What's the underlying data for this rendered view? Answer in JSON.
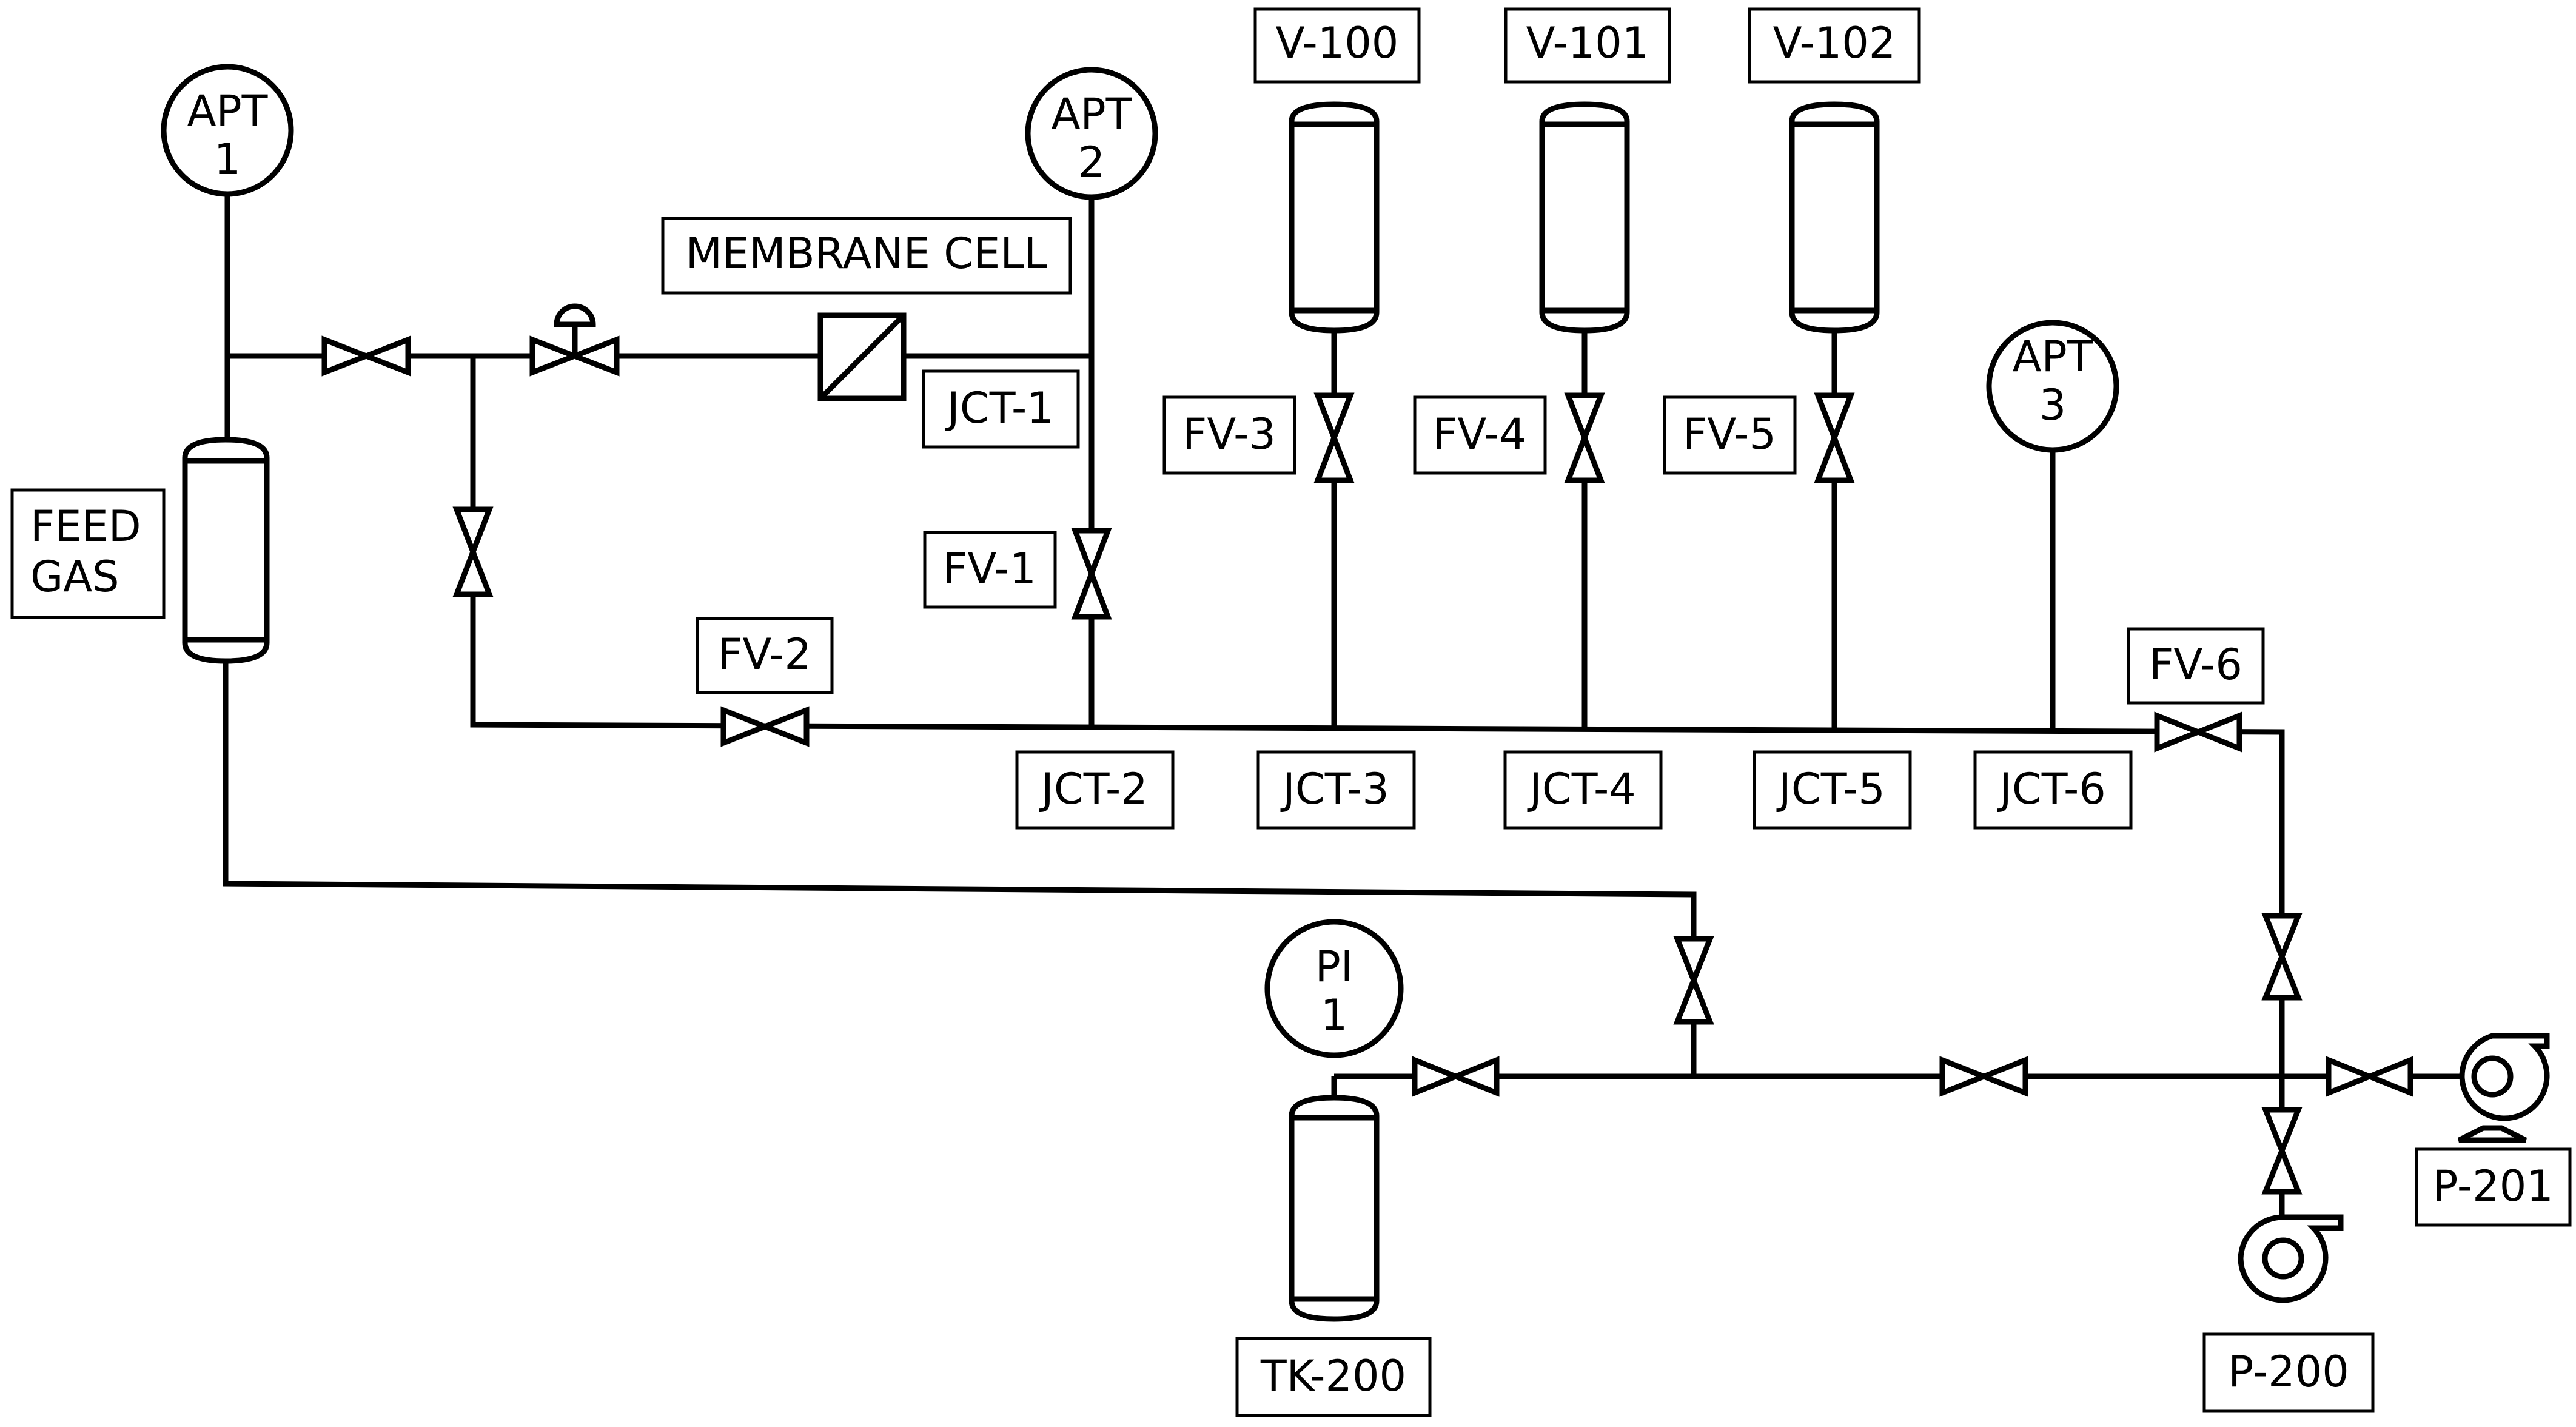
{
  "instruments": {
    "apt1": {
      "line1": "APT",
      "line2": "1"
    },
    "apt2": {
      "line1": "APT",
      "line2": "2"
    },
    "apt3": {
      "line1": "APT",
      "line2": "3"
    },
    "pi1": {
      "line1": "PI",
      "line2": "1"
    }
  },
  "equipment": {
    "v100": "V-100",
    "v101": "V-101",
    "v102": "V-102",
    "tk200": "TK-200",
    "p200": "P-200",
    "p201": "P-201",
    "feed_gas_line1": "FEED",
    "feed_gas_line2": "GAS",
    "membrane_cell": "MEMBRANE CELL"
  },
  "valves": {
    "fv1": "FV-1",
    "fv2": "FV-2",
    "fv3": "FV-3",
    "fv4": "FV-4",
    "fv5": "FV-5",
    "fv6": "FV-6"
  },
  "junctions": {
    "jct1": "JCT-1",
    "jct2": "JCT-2",
    "jct3": "JCT-3",
    "jct4": "JCT-4",
    "jct5": "JCT-5",
    "jct6": "JCT-6"
  }
}
